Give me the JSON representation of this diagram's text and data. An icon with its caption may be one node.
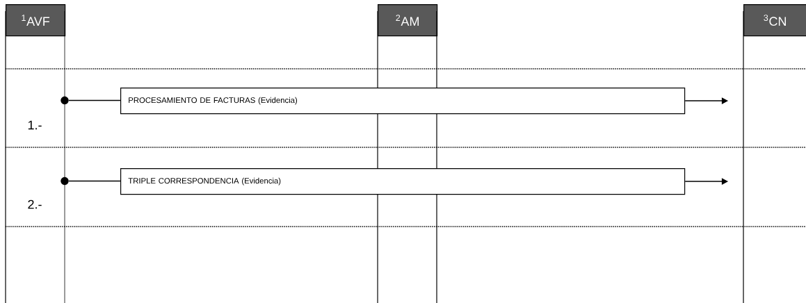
{
  "diagram": {
    "nodes": [
      {
        "text": [
          "$^{1}$AVF"
        ]
      },
      {
        "text": [
          "$^{2}$AM"
        ]
      },
      {
        "text": [
          "$^{3}$CN"
        ]
      },
      {
        "text": [
          "PROCESAMIENTO DE FACTURAS (Evidencia)"
        ]
      },
      {
        "text": [
          "TRIPLE CORRESPONDENCIA (Evidencia)"
        ]
      },
      {
        "text": [],
        "shape": "circle"
      },
      {
        "text": [],
        "shape": "circle"
      }
    ],
    "edges": [
      {
        "from": 5,
        "to": 3,
        "arrow": "none"
      },
      {
        "from": 3,
        "to": null,
        "arrow": "to"
      },
      {
        "from": 6,
        "to": 4,
        "arrow": "none"
      },
      {
        "from": 4,
        "to": null,
        "arrow": "to"
      }
    ],
    "labels": [
      "1.-",
      "2.-"
    ]
  }
}
